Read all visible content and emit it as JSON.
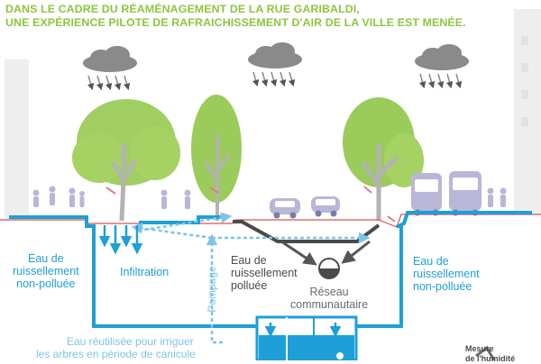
{
  "header": {
    "line1": "DANS LE CADRE DU RÉAMÉNAGEMENT DE LA RUE GARIBALDI,",
    "line2": "UNE EXPÉRIENCE PILOTE DE RAFRAICHISSEMENT D'AIR DE LA VILLE EST MENÉE."
  },
  "labels": {
    "left_water": [
      "Eau de",
      "ruissellement",
      "non-polluée"
    ],
    "infiltration": "Infiltration",
    "pumping": "Pompage",
    "polluted_water": [
      "Eau de",
      "ruissellement",
      "polluée"
    ],
    "network": [
      "Réseau",
      "communautaire"
    ],
    "right_water": [
      "Eau de",
      "ruissellement",
      "non-polluée"
    ],
    "reuse": [
      "Eau réutilisée pour irriguer",
      "les arbres en période de canicule"
    ],
    "measure": [
      "Mesure",
      "de l'humidité"
    ]
  },
  "colors": {
    "title_green": "#8cc63f",
    "water_blue": "#1e9fd8",
    "dashed_blue": "#7ec4e6",
    "dark_text": "#4a4a4a",
    "gray_text": "#6b6b6b",
    "tree_green": "#9bcb5a",
    "building_gray": "#eeeeee",
    "red_line": "#d9534f"
  }
}
